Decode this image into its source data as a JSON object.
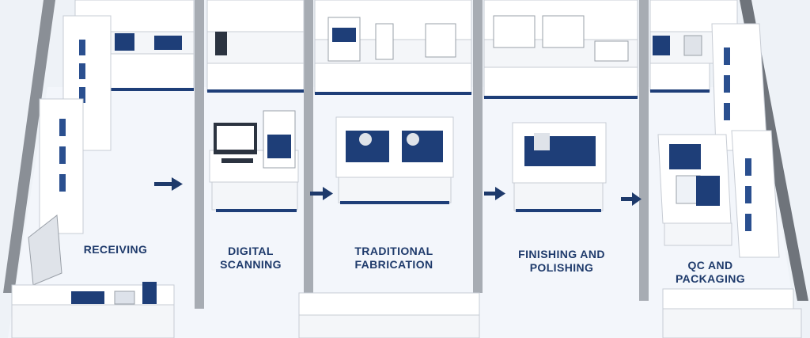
{
  "diagram": {
    "stations": [
      {
        "id": "receiving",
        "lines": [
          "RECEIVING"
        ]
      },
      {
        "id": "digital-scanning",
        "lines": [
          "DIGITAL",
          "SCANNING"
        ]
      },
      {
        "id": "traditional-fabrication",
        "lines": [
          "TRADITIONAL",
          "FABRICATION"
        ]
      },
      {
        "id": "finishing-polishing",
        "lines": [
          "FINISHING AND",
          "POLISHING"
        ]
      },
      {
        "id": "qc-packaging",
        "lines": [
          "QC AND",
          "PACKAGING"
        ]
      }
    ],
    "flow": "left-to-right",
    "colors": {
      "accent": "#1e3a6b",
      "floor": "#f3f6fb",
      "cabinet": "#ffffff",
      "wall": "#8a8f96",
      "mat": "#1e3e78"
    }
  }
}
